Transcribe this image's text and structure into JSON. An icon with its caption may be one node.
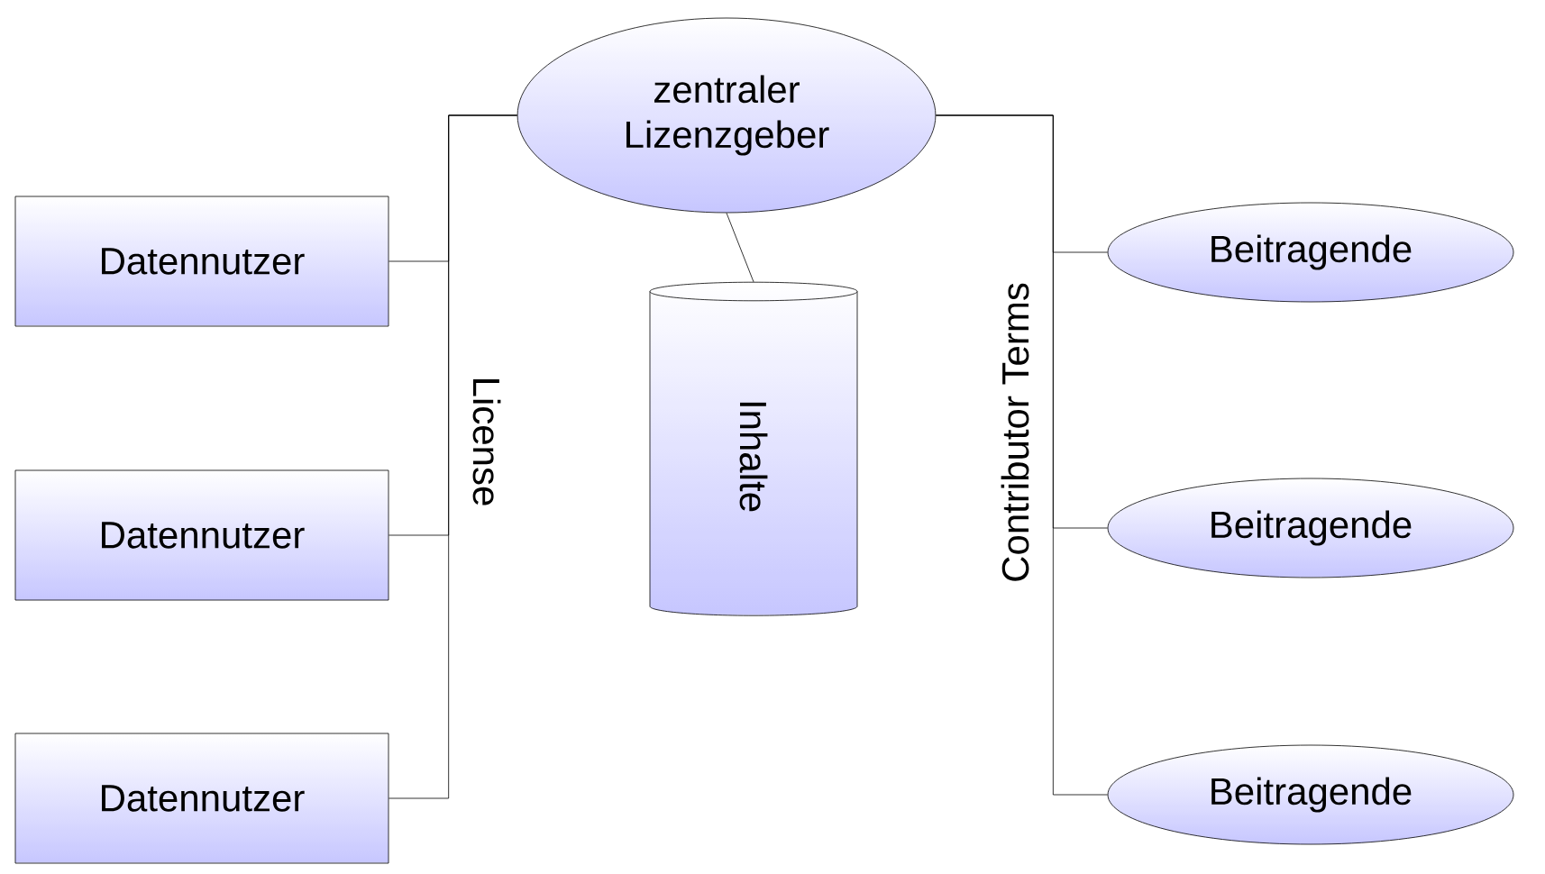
{
  "diagram": {
    "nodes": [
      {
        "text": [
          "zentraler Lizenzgeber"
        ]
      },
      {
        "text": [
          "Inhalte"
        ]
      },
      {
        "text": [
          "Datennutzer"
        ]
      },
      {
        "text": [
          "Datennutzer"
        ]
      },
      {
        "text": [
          "Datennutzer"
        ]
      },
      {
        "text": [
          "Beitragende"
        ]
      },
      {
        "text": [
          "Beitragende"
        ]
      },
      {
        "text": [
          "Beitragende"
        ]
      }
    ],
    "edges": [
      {
        "from": 0,
        "to": 1,
        "arrow": "none"
      },
      {
        "from": 0,
        "to": 2,
        "arrow": "none"
      },
      {
        "from": 0,
        "to": 3,
        "arrow": "none",
        "label": "License"
      },
      {
        "from": 0,
        "to": 4,
        "arrow": "none"
      },
      {
        "from": 0,
        "to": 5,
        "arrow": "none"
      },
      {
        "from": 0,
        "to": 6,
        "arrow": "none",
        "label": "Contributor Terms"
      },
      {
        "from": 0,
        "to": 7,
        "arrow": "none"
      }
    ]
  }
}
